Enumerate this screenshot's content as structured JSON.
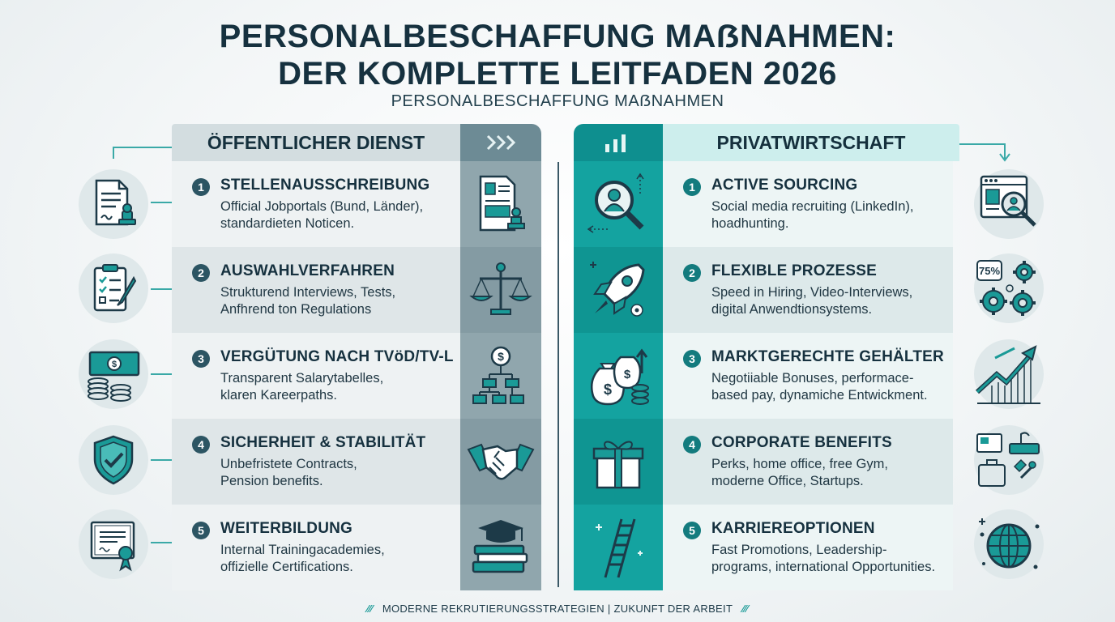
{
  "header": {
    "title_line1": "PERSONALBESCHAFFUNG MAẞNAHMEN:",
    "title_line2": "DER KOMPLETTE LEITFADEN 2026",
    "subtitle": "PERSONALBESCHAFFUNG MAẞNAHMEN"
  },
  "public": {
    "heading": "ÖFFENTLICHER DIENST",
    "header_icon": "triple-chevron-icon",
    "items": [
      {
        "num": "1",
        "title": "STELLENAUSSCHREIBUNG",
        "line1": "Official Jobportals (Bund, Länder),",
        "line2": "standardieten Noticen.",
        "icon": "document-stamp-icon"
      },
      {
        "num": "2",
        "title": "AUSWAHLVERFAHREN",
        "line1": "Strukturend Interviews, Tests,",
        "line2": "Anfhrend ton Regulations",
        "icon": "scales-icon"
      },
      {
        "num": "3",
        "title": "VERGÜTUNG NACH TVöD/TV-L",
        "line1": "Transparent Salarytabelles,",
        "line2": "klaren Kareerpaths.",
        "icon": "salary-hierarchy-icon"
      },
      {
        "num": "4",
        "title": "SICHERHEIT & STABILITÄT",
        "line1": "Unbefristete Contracts,",
        "line2": "Pension benefits.",
        "icon": "handshake-icon"
      },
      {
        "num": "5",
        "title": "WEITERBILDUNG",
        "line1": "Internal Trainingacademies,",
        "line2": "offizielle Certifications.",
        "icon": "graduation-books-icon"
      }
    ]
  },
  "private": {
    "heading": "PRIVATWIRTSCHAFT",
    "header_icon": "bar-chart-icon",
    "items": [
      {
        "num": "1",
        "title": "ACTIVE SOURCING",
        "line1": "Social media recruiting (LinkedIn),",
        "line2": "hoadhunting.",
        "icon": "search-person-icon"
      },
      {
        "num": "2",
        "title": "FLEXIBLE PROZESSE",
        "line1": "Speed in Hiring, Video-Interviews,",
        "line2": "digital Anwendtionsystems.",
        "icon": "rocket-icon"
      },
      {
        "num": "3",
        "title": "MARKTGERECHTE GEHÄLTER",
        "line1": "Negotiiable Bonuses, performace-",
        "line2": "based pay, dynamiche Entwickment.",
        "icon": "money-bags-icon"
      },
      {
        "num": "4",
        "title": "CORPORATE BENEFITS",
        "line1": "Perks, home office, free Gym,",
        "line2": "moderne Office, Startups.",
        "icon": "gift-icon"
      },
      {
        "num": "5",
        "title": "KARRIEREOPTIONEN",
        "line1": "Fast Promotions, Leadership-",
        "line2": "programs, international Opportunities.",
        "icon": "ladder-icon"
      }
    ]
  },
  "side_left_icons": [
    "contract-stamp-icon",
    "clipboard-checklist-icon",
    "cash-coins-icon",
    "shield-check-icon",
    "certificate-icon"
  ],
  "side_right_icons": [
    "web-search-profile-icon",
    "gears-percent-icon",
    "growth-chart-icon",
    "office-workspace-icon",
    "globe-icon"
  ],
  "gears_label": "75%",
  "footer": {
    "text": "MODERNE REKRUTIERUNGSSTRATEGIEN | ZUKUNFT DER ARBEIT"
  },
  "colors": {
    "accent": "#14a3a0",
    "dark": "#16313f",
    "slate": "#6d8b95"
  }
}
